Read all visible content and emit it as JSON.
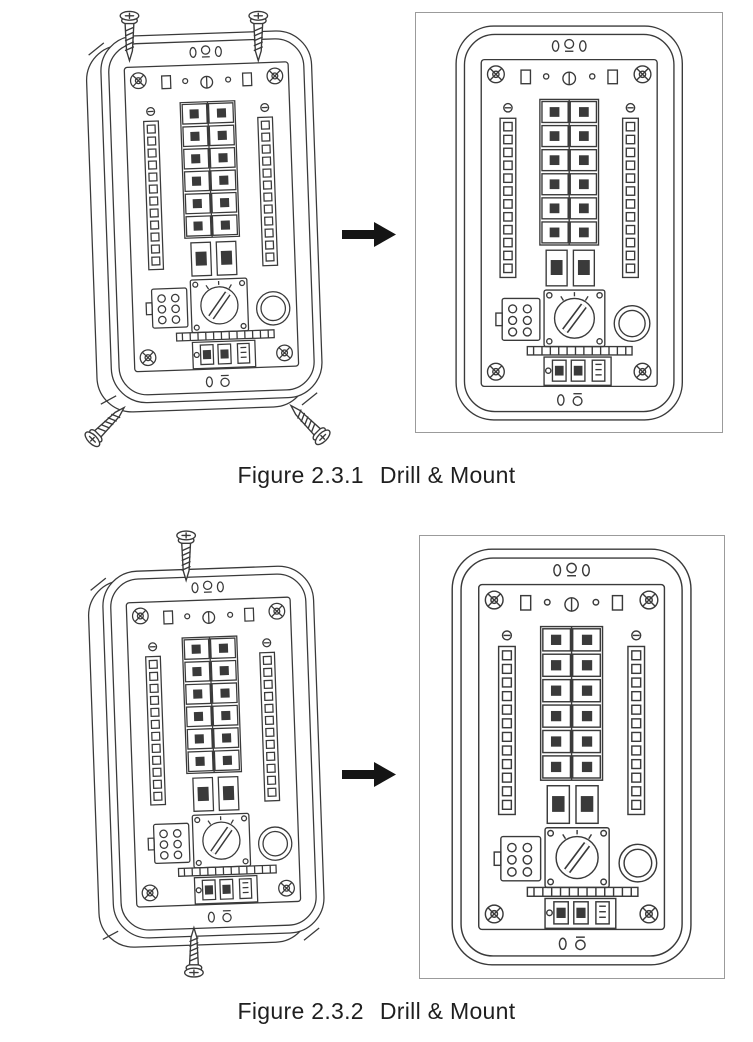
{
  "page": {
    "background": "#ffffff",
    "line_color": "#3a3a3a",
    "frame_border_color": "#9b9b9b",
    "arrow_color": "#151515"
  },
  "icons": {
    "arrow": "right-arrow",
    "screw": "mounting-screw",
    "panel": "breaker-panel-drawing"
  },
  "figures": [
    {
      "label": "Figure 2.3.1",
      "title": "Drill & Mount",
      "screws_shown": 4
    },
    {
      "label": "Figure 2.3.2",
      "title": "Drill & Mount",
      "screws_shown": 2
    }
  ]
}
